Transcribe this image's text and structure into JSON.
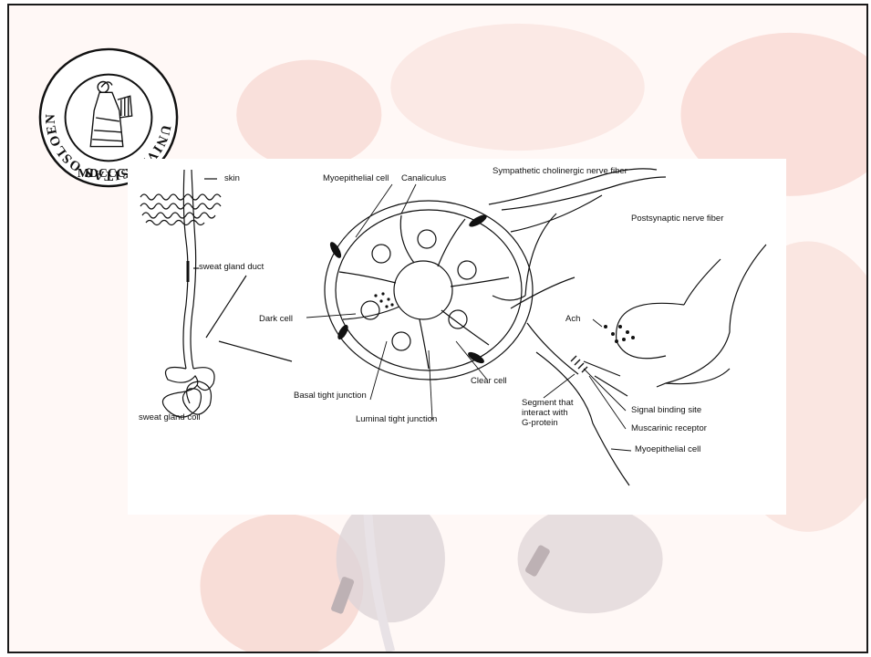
{
  "seal": {
    "ring_text": "UNIVERSITAS OSLOENSIS",
    "year_text": "MDCCCXI",
    "color": "#111111"
  },
  "diagram": {
    "labels": {
      "skin": "skin",
      "sweat_gland_duct": "sweat gland duct",
      "sweat_gland_coil": "sweat gland coil",
      "myoepithelial_cell_top": "Myoepithelial cell",
      "canaliculus": "Canaliculus",
      "sympathetic_fiber": "Sympathetic cholinergic nerve fiber",
      "postsynaptic_fiber": "Postsynaptic nerve fiber",
      "dark_cell": "Dark cell",
      "basal_tight_junction": "Basal tight junction",
      "luminal_tight_junction": "Luminal tight junction",
      "clear_cell": "Clear cell",
      "ach": "Ach",
      "segment_g_protein": "Segment that\ninteract with\nG-protein",
      "signal_binding_site": "Signal binding site",
      "muscarinic_receptor": "Muscarinic receptor",
      "myoepithelial_cell_bottom": "Myoepithelial cell"
    }
  },
  "colors": {
    "background_tint": "#f6d9d4",
    "line": "#111111",
    "frame": "#1a1a1a"
  }
}
